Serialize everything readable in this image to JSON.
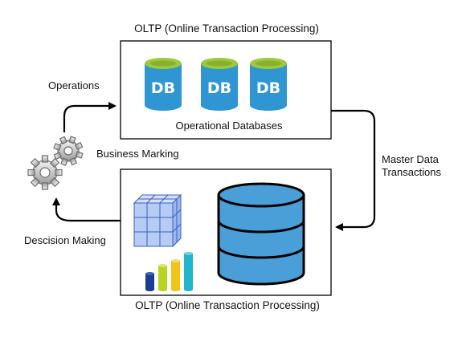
{
  "diagram": {
    "top_box": {
      "title": "OLTP (Online Transaction Processing)",
      "caption": "Operational Databases",
      "databases": [
        {
          "label": "DB"
        },
        {
          "label": "DB"
        },
        {
          "label": "DB"
        }
      ]
    },
    "bottom_box": {
      "title": "OLTP (Online Transaction Processing)"
    },
    "edges": {
      "operations": "Operations",
      "master_data_line1": "Master Data",
      "master_data_line2": "Transactions",
      "decision_making": "Descision Making",
      "business_marking": "Business Marking"
    }
  },
  "colors": {
    "db_body": "#2f96d3",
    "db_top": "#9fc93c",
    "warehouse_cylinder": "#4a9fd8",
    "cube": "#b7ccf2",
    "cube_stroke": "#3a5ec9",
    "bar_colors": [
      "#1a3d8f",
      "#b9d31f",
      "#f2c318",
      "#21b6c9"
    ]
  },
  "icons": [
    "gears-icon",
    "database-icon",
    "data-cube-icon",
    "data-warehouse-icon",
    "bar-chart-icon"
  ]
}
